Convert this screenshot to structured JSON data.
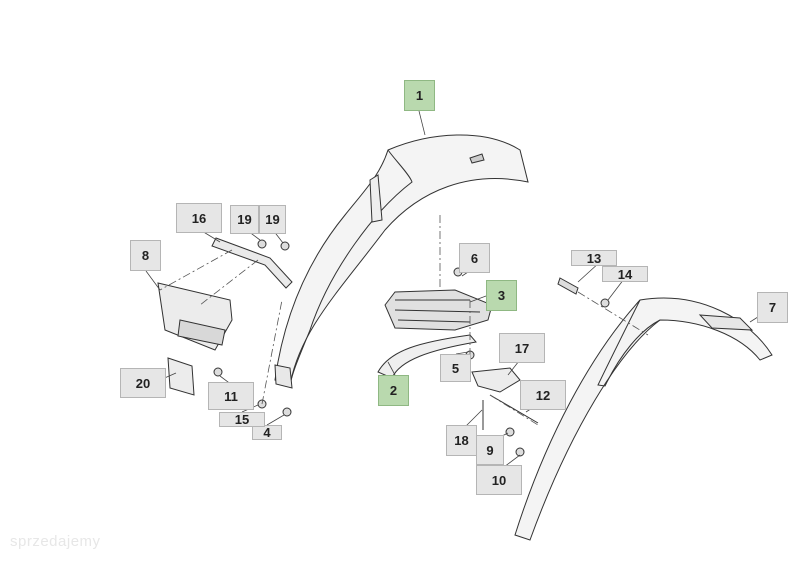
{
  "diagram": {
    "callouts": [
      {
        "id": "c1",
        "label": "1",
        "highlight": true
      },
      {
        "id": "c2",
        "label": "2",
        "highlight": true
      },
      {
        "id": "c3",
        "label": "3",
        "highlight": true
      },
      {
        "id": "c4",
        "label": "4",
        "highlight": false
      },
      {
        "id": "c5",
        "label": "5",
        "highlight": false
      },
      {
        "id": "c6",
        "label": "6",
        "highlight": false
      },
      {
        "id": "c7",
        "label": "7",
        "highlight": false
      },
      {
        "id": "c8",
        "label": "8",
        "highlight": false
      },
      {
        "id": "c9",
        "label": "9",
        "highlight": false
      },
      {
        "id": "c10",
        "label": "10",
        "highlight": false
      },
      {
        "id": "c11",
        "label": "11",
        "highlight": false
      },
      {
        "id": "c12",
        "label": "12",
        "highlight": false
      },
      {
        "id": "c13",
        "label": "13",
        "highlight": false
      },
      {
        "id": "c14",
        "label": "14",
        "highlight": false
      },
      {
        "id": "c15",
        "label": "15",
        "highlight": false
      },
      {
        "id": "c16",
        "label": "16",
        "highlight": false
      },
      {
        "id": "c17",
        "label": "17",
        "highlight": false
      },
      {
        "id": "c18",
        "label": "18",
        "highlight": false
      },
      {
        "id": "c19a",
        "label": "19",
        "highlight": false
      },
      {
        "id": "c19b",
        "label": "19",
        "highlight": false
      },
      {
        "id": "c20",
        "label": "20",
        "highlight": false
      }
    ],
    "watermark": "sprzedajemy",
    "colors": {
      "box": "#e6e6e6",
      "highlight": "#b9d9ae",
      "line": "#333333",
      "part_fill": "#f2f2f2"
    }
  }
}
